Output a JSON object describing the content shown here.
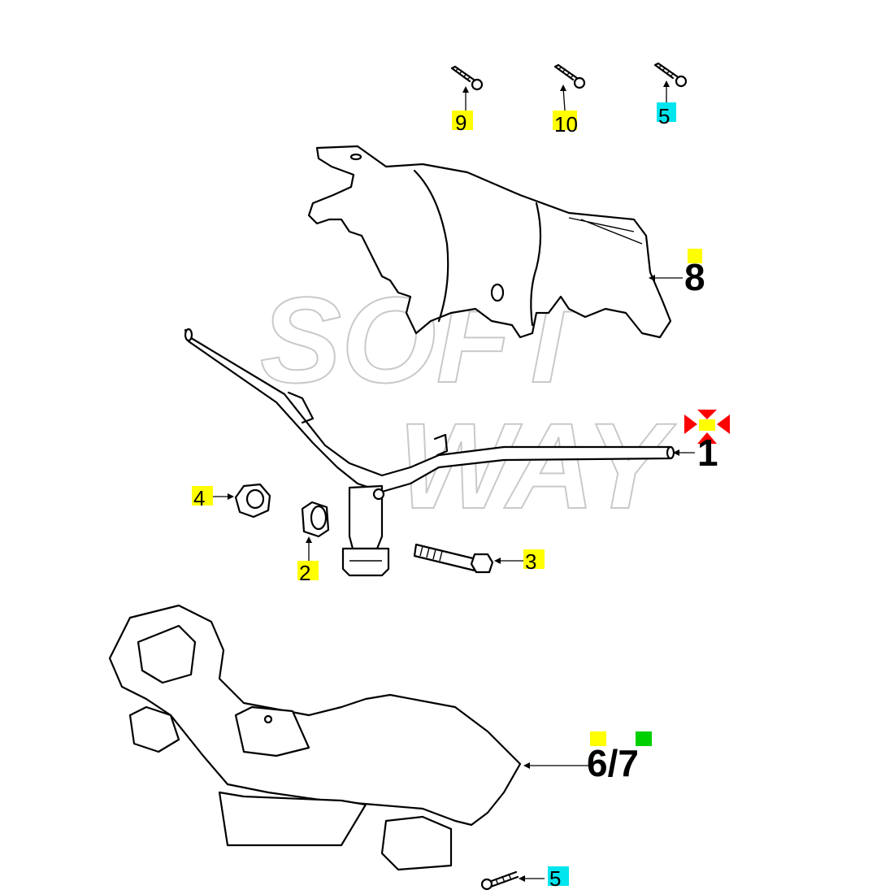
{
  "watermark": {
    "line1": "SOFT",
    "line2": "WAY"
  },
  "colors": {
    "yellow": "#ffff00",
    "cyan": "#00e5ee",
    "green": "#00d000",
    "red": "#ff0000",
    "stroke": "#000000",
    "watermark": "#c9c9c9"
  },
  "callouts": {
    "c9": "9",
    "c10": "10",
    "c5_top": "5",
    "c8": "8",
    "c1": "1",
    "c4": "4",
    "c2": "2",
    "c3": "3",
    "c67": "6/7",
    "c5_bottom": "5"
  }
}
